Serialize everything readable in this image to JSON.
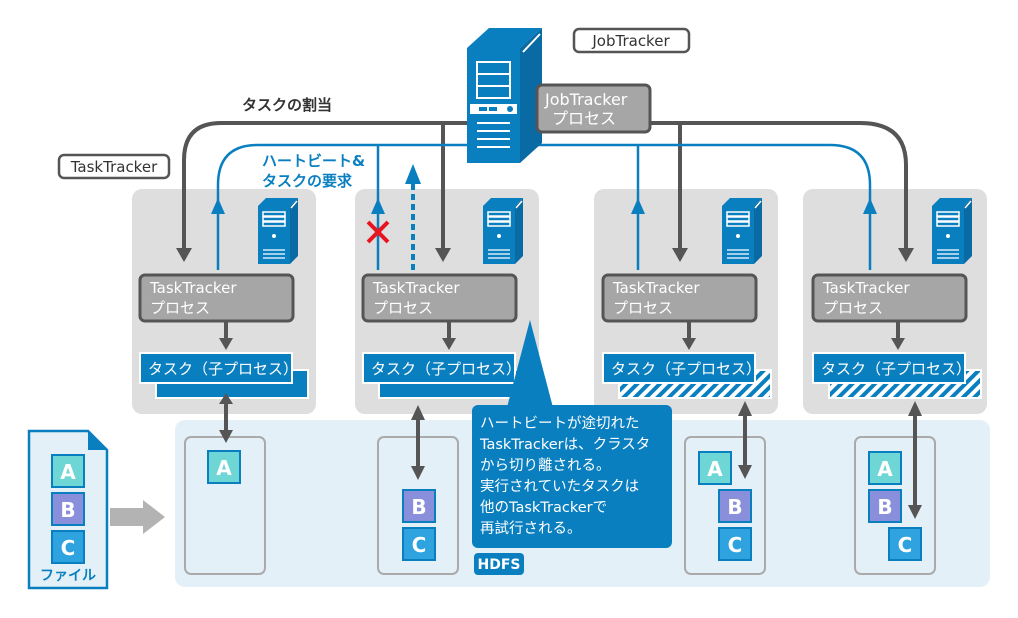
{
  "labels": {
    "jobtracker_tag": "JobTracker",
    "tasktracker_tag": "TaskTracker",
    "task_assign": "タスクの割当",
    "heartbeat_line1": "ハートビート&",
    "heartbeat_line2": "タスクの要求",
    "hdfs": "HDFS",
    "file": "ファイル"
  },
  "jobtracker_process": {
    "line1": "JobTracker",
    "line2": "プロセス"
  },
  "tasktracker_process": {
    "line1": "TaskTracker",
    "line2": "プロセス"
  },
  "task_label": "タスク（子プロセス）",
  "blocks": {
    "a": "A",
    "b": "B",
    "c": "C"
  },
  "callout": {
    "lines": [
      "ハートビートが途切れた",
      "TaskTrackerは、クラスタ",
      "から切り離される。",
      "実行されていたタスクは",
      "他のTaskTrackerで",
      "再試行される。"
    ]
  },
  "nodes": [
    {
      "id": "node-1",
      "state": "active",
      "blocks": [
        "A"
      ]
    },
    {
      "id": "node-2",
      "state": "failed",
      "blocks": [
        "B",
        "C"
      ]
    },
    {
      "id": "node-3",
      "state": "retry",
      "blocks": [
        "A",
        "B",
        "C"
      ]
    },
    {
      "id": "node-4",
      "state": "retry",
      "blocks": [
        "A",
        "B",
        "C"
      ]
    }
  ],
  "colors": {
    "blue": "#0a7fc0",
    "gray_line": "#555555",
    "node_bg": "#dedede",
    "process_gray": "#a6a6a6",
    "hdfs_bg": "#e3f0f7",
    "block_a": "#6fd6d6",
    "block_b": "#8a8fdc",
    "block_c": "#2fa3e0",
    "fail_red": "#e8141e"
  }
}
